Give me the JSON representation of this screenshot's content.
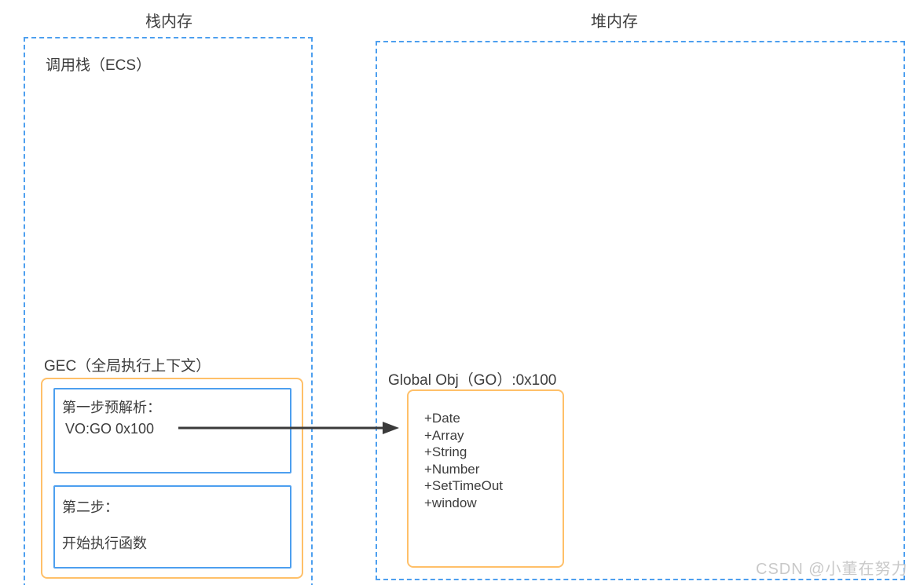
{
  "diagram": {
    "stack_title": "栈内存",
    "heap_title": "堆内存",
    "call_stack_label": "调用栈（ECS）",
    "gec_label": "GEC（全局执行上下文）",
    "step1_title": "第一步预解析：",
    "step1_value": "VO:GO 0x100",
    "step2_title": "第二步：",
    "step2_value": "开始执行函数",
    "go_label": "Global Obj（GO）:0x100",
    "go_properties": [
      "+Date",
      "+Array",
      "+String",
      "+Number",
      "+SetTimeOut",
      "+window"
    ]
  },
  "watermark": "CSDN @小董在努力",
  "colors": {
    "dashed_border": "#4D9FEF",
    "solid_blue_border": "#4D9FEF",
    "orange_border": "#FFC069",
    "arrow": "#3A3A3A",
    "text": "#3D3D3D",
    "watermark_text": "#C9C9C9"
  }
}
